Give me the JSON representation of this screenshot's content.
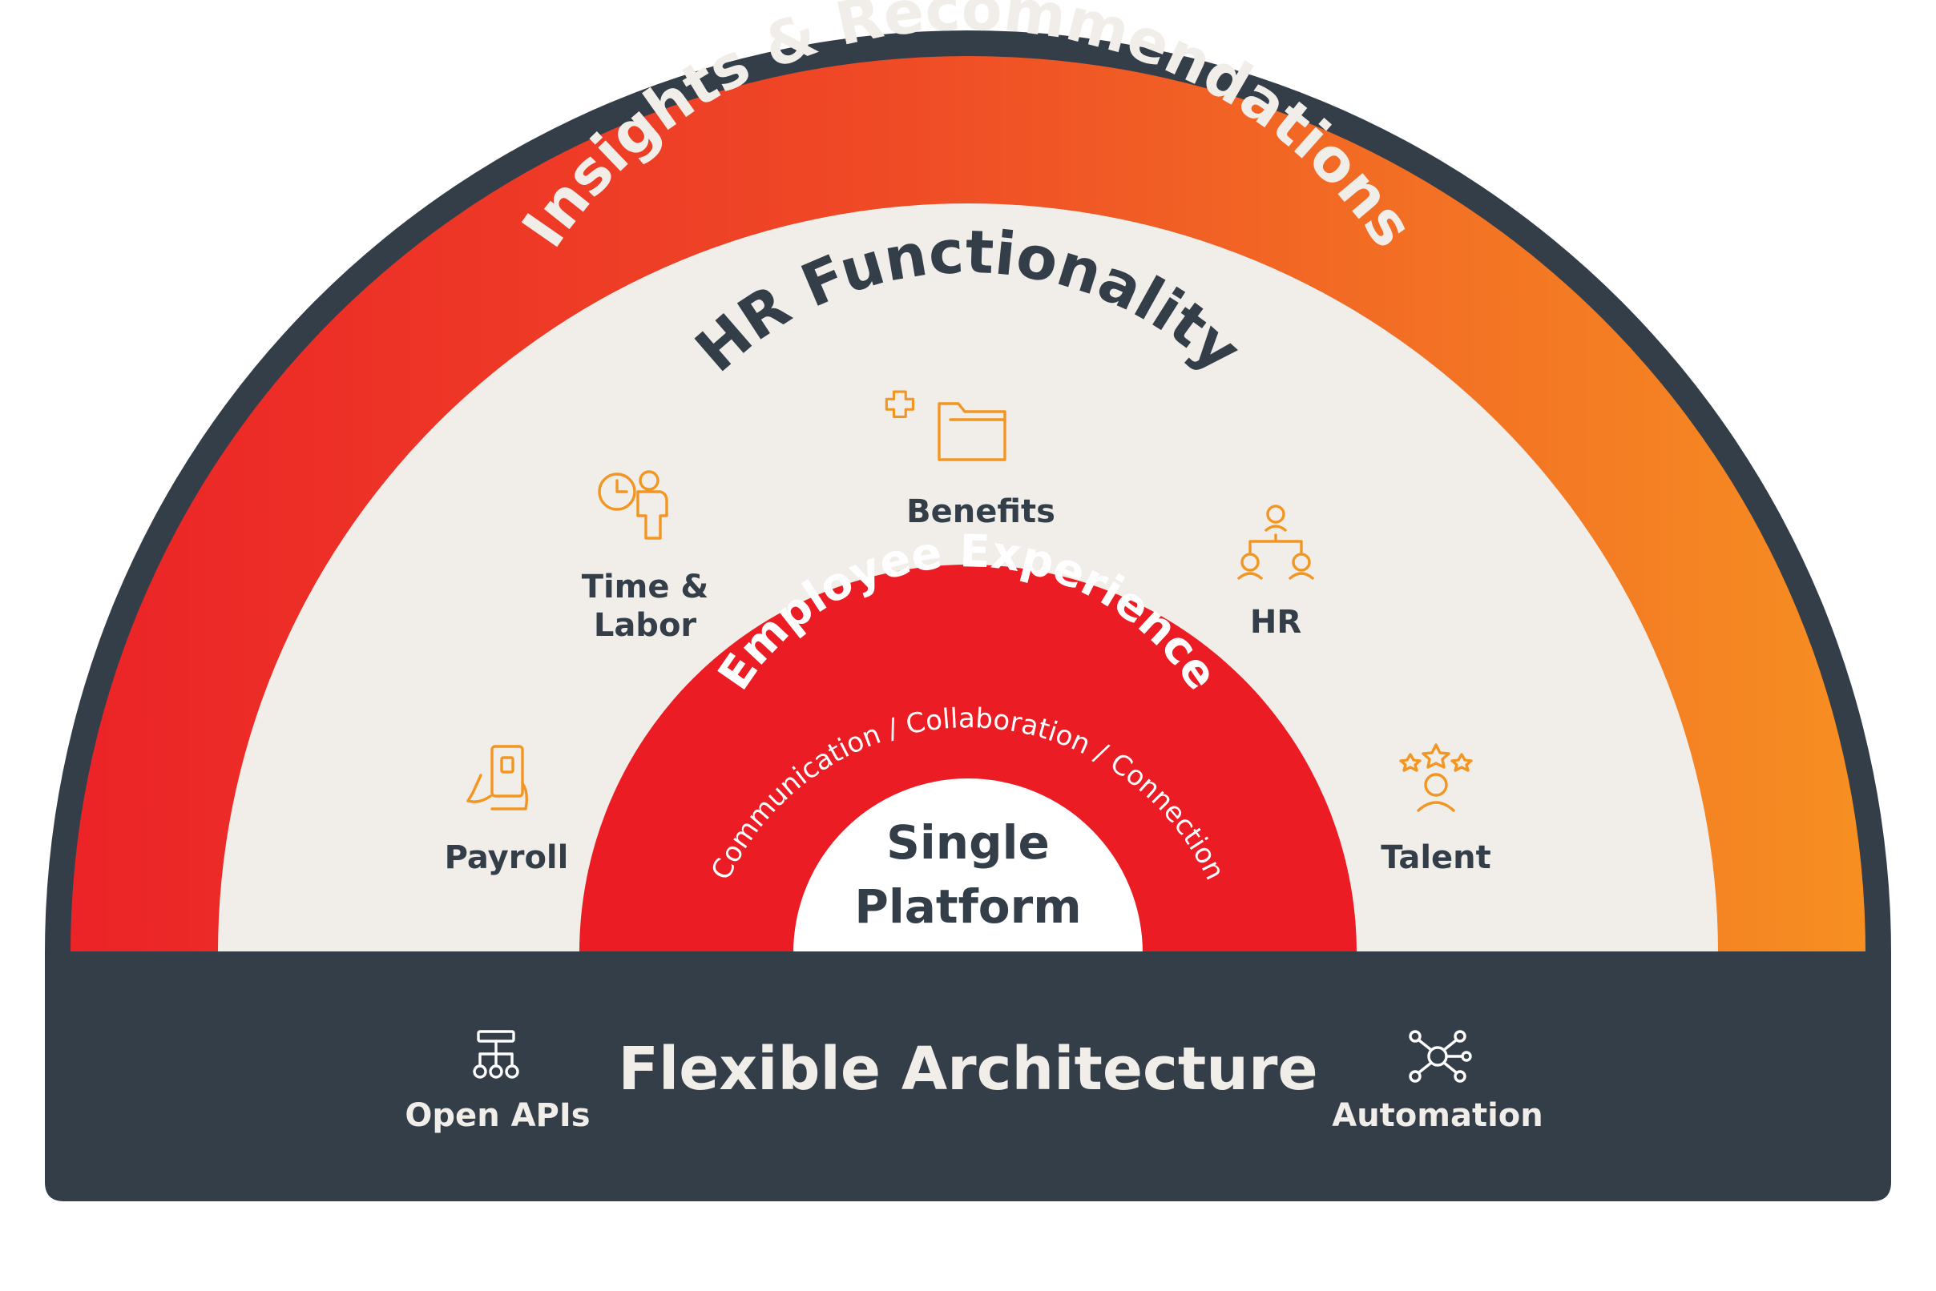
{
  "rings": {
    "outer": "Insights & Recommendations",
    "middle": "HR Functionality",
    "inner": "Employee Experience",
    "inner_sub": [
      "Communication",
      "Collaboration",
      "Connection"
    ],
    "center_line1": "Single",
    "center_line2": "Platform"
  },
  "hr_items": [
    {
      "label_lines": [
        "Payroll"
      ],
      "icon": "phone-in-hand-icon"
    },
    {
      "label_lines": [
        "Time &",
        "Labor"
      ],
      "icon": "clock-person-icon"
    },
    {
      "label_lines": [
        "Benefits"
      ],
      "icon": "folder-plus-icon"
    },
    {
      "label_lines": [
        "HR"
      ],
      "icon": "org-chart-icon"
    },
    {
      "label_lines": [
        "Talent"
      ],
      "icon": "person-stars-icon"
    }
  ],
  "base": {
    "title": "Flexible Architecture",
    "left_label": "Open APIs",
    "left_icon": "hierarchy-icon",
    "right_label": "Automation",
    "right_icon": "network-nodes-icon"
  },
  "colors": {
    "dark": "#333e48",
    "red": "#ec1c24",
    "orange": "#f7931e",
    "cream": "#f1eee9",
    "icon_orange": "#f39621"
  }
}
